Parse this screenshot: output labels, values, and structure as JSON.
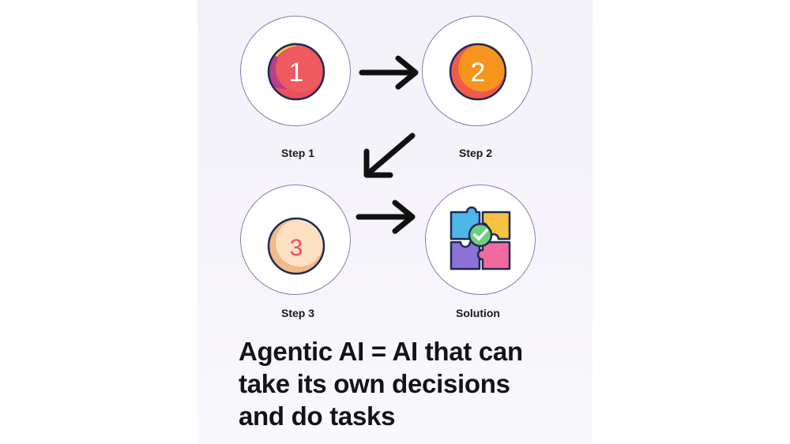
{
  "steps": [
    {
      "label": "Step 1",
      "badge": "1",
      "icon": "badge-1-icon",
      "color": "#e8505b"
    },
    {
      "label": "Step 2",
      "badge": "2",
      "icon": "badge-2-icon",
      "color": "#f7941d"
    },
    {
      "label": "Step 3",
      "badge": "3",
      "icon": "badge-3-icon",
      "color": "#f6c9a3"
    }
  ],
  "solution": {
    "label": "Solution",
    "icon": "puzzle-check-icon"
  },
  "headline": {
    "line1": "Agentic AI = AI that can",
    "line2": "take its own decisions",
    "line3": "and do tasks"
  },
  "colors": {
    "ring": "#8e78b8",
    "arrow": "#111111",
    "text": "#141414"
  }
}
